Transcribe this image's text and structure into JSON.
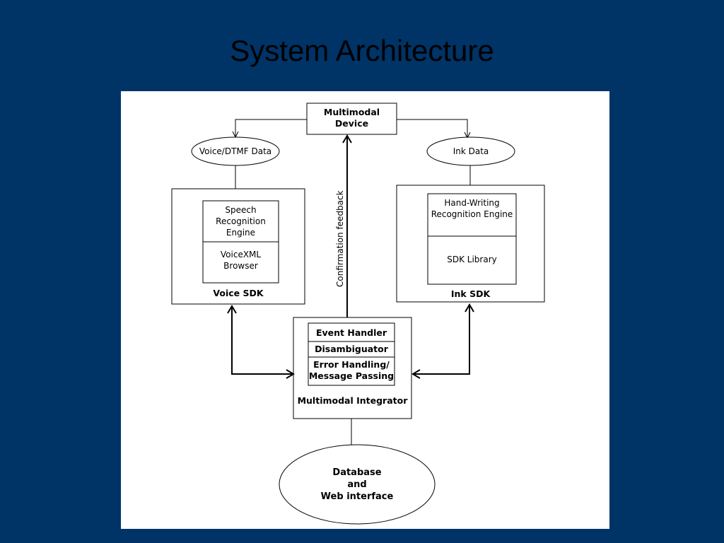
{
  "slide": {
    "title": "System Architecture"
  },
  "diagram": {
    "multimodal_device": "Multimodal\nDevice",
    "voice_dtmf_data": "Voice/DTMF Data",
    "ink_data": "Ink Data",
    "speech_engine": "Speech\nRecognition\nEngine",
    "voicexml_browser": "VoiceXML\nBrowser",
    "voice_sdk": "Voice SDK",
    "handwriting_engine": "Hand-Writing\nRecognition Engine",
    "sdk_library": "SDK Library",
    "ink_sdk": "Ink SDK",
    "confirmation_feedback": "Confirmation feedback",
    "event_handler": "Event Handler",
    "disambiguator": "Disambiguator",
    "error_handling": "Error Handling/\nMessage Passing",
    "multimodal_integrator": "Multimodal Integrator",
    "database": "Database\nand\nWeb interface"
  }
}
